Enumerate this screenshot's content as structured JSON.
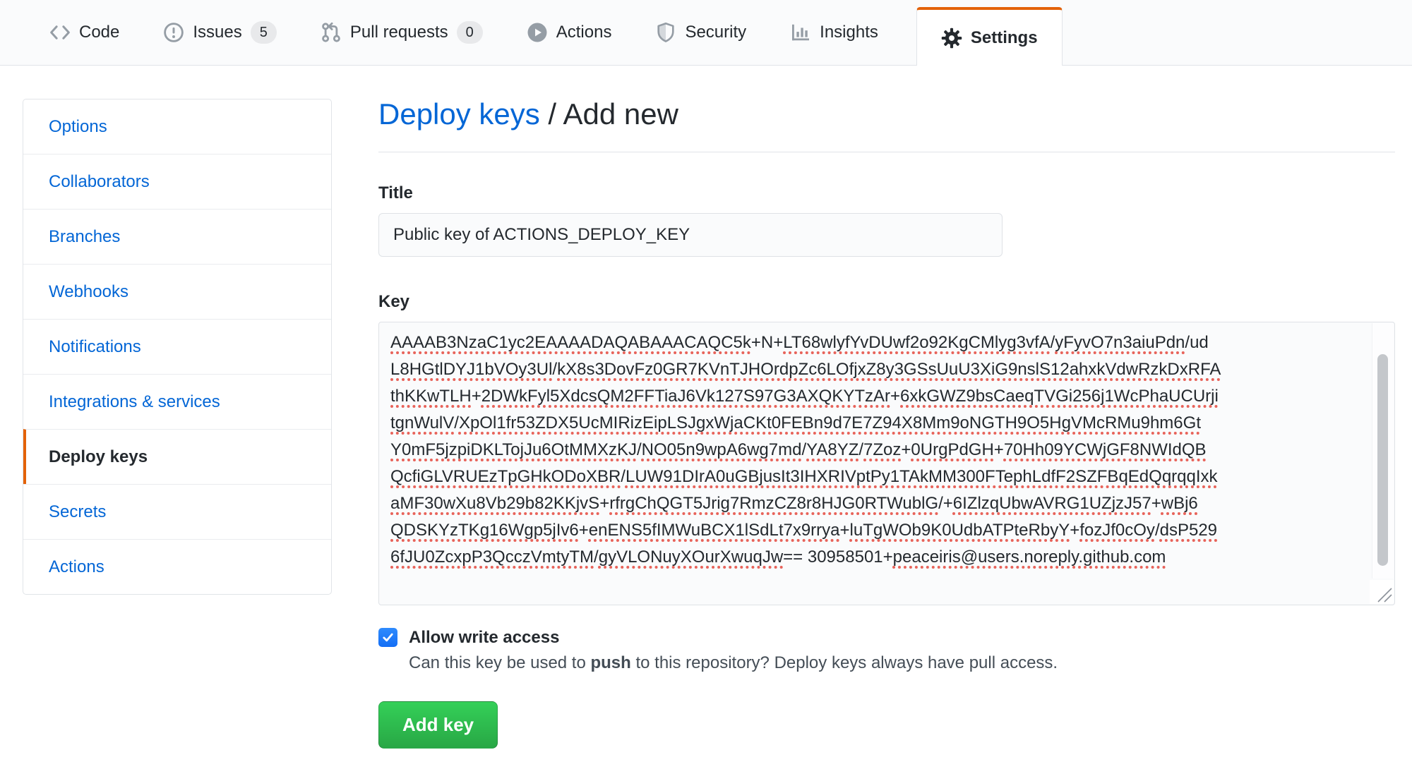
{
  "nav": {
    "tabs": [
      {
        "label": "Code",
        "icon": "code-icon"
      },
      {
        "label": "Issues",
        "icon": "issue-opened-icon",
        "badge": "5"
      },
      {
        "label": "Pull requests",
        "icon": "git-pull-request-icon",
        "badge": "0"
      },
      {
        "label": "Actions",
        "icon": "play-icon"
      },
      {
        "label": "Security",
        "icon": "shield-icon"
      },
      {
        "label": "Insights",
        "icon": "graph-icon"
      },
      {
        "label": "Settings",
        "icon": "gear-icon",
        "active": true
      }
    ]
  },
  "sidebar": {
    "items": [
      {
        "label": "Options"
      },
      {
        "label": "Collaborators"
      },
      {
        "label": "Branches"
      },
      {
        "label": "Webhooks"
      },
      {
        "label": "Notifications"
      },
      {
        "label": "Integrations & services"
      },
      {
        "label": "Deploy keys",
        "active": true
      },
      {
        "label": "Secrets"
      },
      {
        "label": "Actions"
      }
    ]
  },
  "main": {
    "breadcrumb": {
      "parent": "Deploy keys",
      "separator": " / ",
      "current": "Add new"
    },
    "title_field": {
      "label": "Title",
      "value": "Public key of ACTIONS_DEPLOY_KEY"
    },
    "key_field": {
      "label": "Key",
      "lines": [
        "AAAAB3NzaC1yc2EAAAADAQABAAACAQC5k+N+LT68wlyfYvDUwf2o92KgCMlyg3vfA/yFyvO7n3aiuPdn/ud",
        "L8HGtlDYJ1bVOy3Ul/kX8s3DovFz0GR7KVnTJHOrdpZc6LOfjxZ8y3GSsUuU3XiG9nslS12ahxkVdwRzkDxRFA",
        "thKKwTLH+2DWkFyl5XdcsQM2FFTiaJ6Vk127S97G3AXQKYTzAr+6xkGWZ9bsCaeqTVGi256j1WcPhaUCUrji",
        "tgnWulV/XpOl1fr53ZDX5UcMIRizEipLSJgxWjaCKt0FEBn9d7E7Z94X8Mm9oNGTH9O5HgVMcRMu9hm6Gt",
        "Y0mF5jzpiDKLTojJu6OtMMXzKJ/NO05n9wpA6wg7md/YA8YZ/7Zoz+0UrgPdGH+70Hh09YCWjGF8NWIdQB",
        "QcfiGLVRUEzTpGHkODoXBR/LUW91DIrA0uGBjusIt3IHXRIVptPy1TAkMM300FTephLdfF2SZFBqEdQqrqqIxk",
        "aMF30wXu8Vb29b82KKjvS+rfrgChQGT5Jrig7RmzCZ8r8HJG0RTWublG/+6IZlzqUbwAVRG1UZjzJ57+wBj6",
        "QDSKYzTKg16Wgp5jIv6+enENS5fIMWuBCX1lSdLt7x9rrya+luTgWOb9K0UdbATPteRbyY+fozJf0cOy/dsP529",
        "6fJU0ZcxpP3QcczVmtyTM/gyVLONuyXOurXwuqJw== 30958501+peaceiris@users.noreply.github.com"
      ]
    },
    "write_access": {
      "label": "Allow write access",
      "checked": true,
      "description_prefix": "Can this key be used to ",
      "description_bold": "push",
      "description_suffix": " to this repository? Deploy keys always have pull access."
    },
    "submit": {
      "label": "Add key"
    }
  },
  "colors": {
    "accent_orange": "#e36209",
    "link_blue": "#0366d6",
    "button_green": "#28a745",
    "checkbox_blue": "#146ef5",
    "spellcheck_red": "#e8635a"
  }
}
